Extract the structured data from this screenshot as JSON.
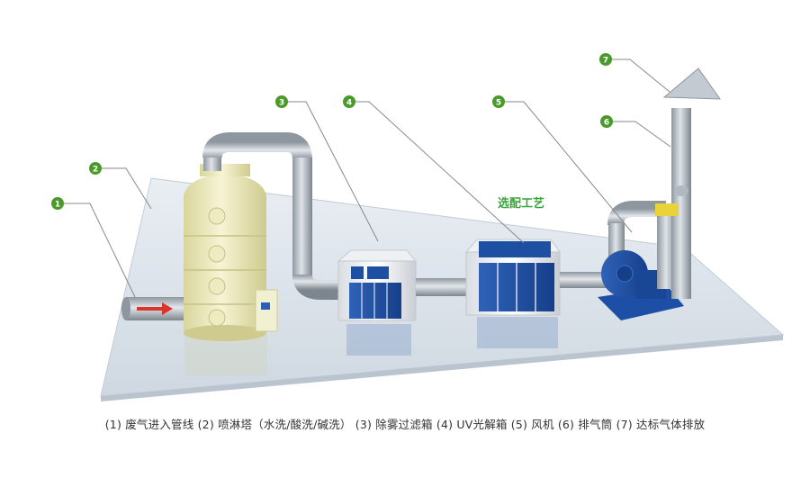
{
  "diagram": {
    "overlay_label": "选配工艺",
    "callouts": [
      "1",
      "2",
      "3",
      "4",
      "5",
      "6",
      "7"
    ],
    "caption": "(1) 废气进入管线 (2) 喷淋塔（水洗/酸洗/碱洗） (3) 除雾过滤箱 (4) UV光解箱 (5) 风机 (6) 排气筒 (7) 达标气体排放",
    "colors": {
      "callout_green": "#4a9a2a",
      "label_green": "#3aa53a",
      "tower_cream": "#ece9b8",
      "equipment_blue": "#1d4fa3",
      "pipe_gray": "#a9b2bc",
      "platform": "#dfe6ee"
    }
  }
}
